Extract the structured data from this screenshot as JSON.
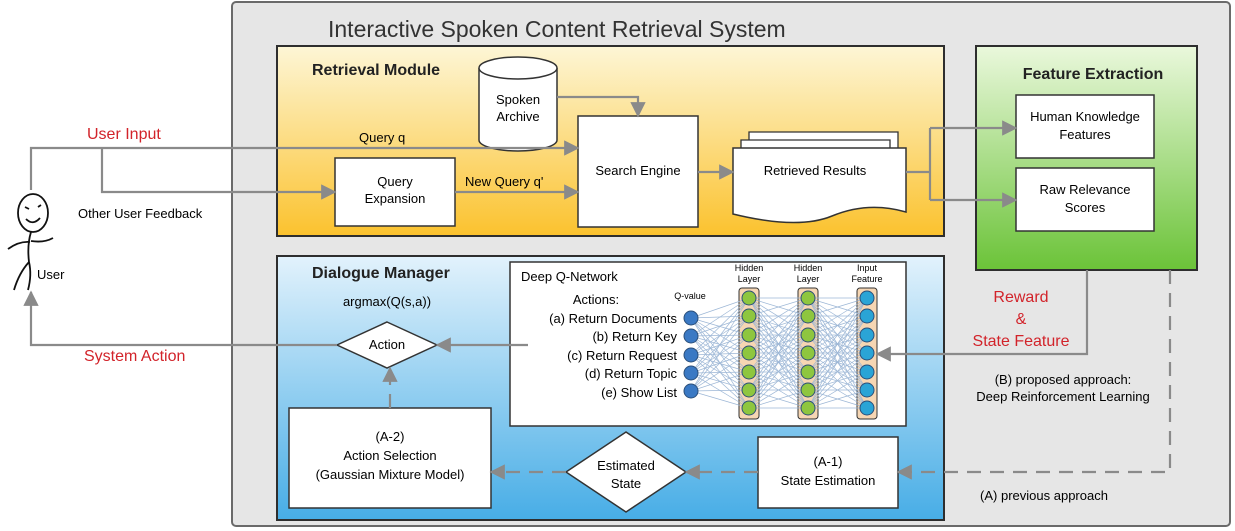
{
  "system_title": "Interactive Spoken Content Retrieval System",
  "retrieval_module": {
    "title": "Retrieval Module",
    "archive_line1": "Spoken",
    "archive_line2": "Archive",
    "query_expansion_line1": "Query",
    "query_expansion_line2": "Expansion",
    "search_engine": "Search Engine",
    "retrieved_results": "Retrieved Results",
    "query_label": "Query q",
    "new_query_label": "New Query q'"
  },
  "feature_extraction": {
    "title": "Feature Extraction",
    "human_line1": "Human Knowledge",
    "human_line2": "Features",
    "raw_line1": "Raw Relevance",
    "raw_line2": "Scores"
  },
  "user": {
    "label": "User",
    "input_label": "User Input",
    "feedback_label": "Other User Feedback",
    "system_action_label": "System Action"
  },
  "dialogue_manager": {
    "title": "Dialogue Manager",
    "argmax": "argmax(Q(s,a))",
    "action": "Action",
    "a2_line1": "(A-2)",
    "a2_line2": "Action Selection",
    "a2_line3": "(Gaussian Mixture Model)",
    "estimated_line1": "Estimated",
    "estimated_line2": "State",
    "a1_line1": "(A-1)",
    "a1_line2": "State Estimation"
  },
  "dqn": {
    "title": "Deep Q-Network",
    "actions_title": "Actions:",
    "actions": [
      "(a) Return Documents",
      "(b) Return Key",
      "(c) Return Request",
      "(d) Return Topic",
      "(e) Show List"
    ],
    "q_value": "Q-value",
    "hidden1_line1": "Hidden",
    "hidden1_line2": "Layer",
    "hidden2_line1": "Hidden",
    "hidden2_line2": "Layer",
    "input_line1": "Input",
    "input_line2": "Feature"
  },
  "reward": {
    "line1": "Reward",
    "line2": "&",
    "line3": "State Feature"
  },
  "approach_b_line1": "(B) proposed approach:",
  "approach_b_line2": "Deep Reinforcement Learning",
  "approach_a": "(A) previous approach",
  "colors": {
    "outer_bg": "#e6e6e6",
    "retrieval_top": "#fdf5d2",
    "retrieval_bottom": "#fbc12d",
    "feature_top": "#e6f7d8",
    "feature_bottom": "#6cc339",
    "dialogue_top": "#dff0fb",
    "dialogue_bottom": "#4aaee6",
    "red_label": "#d2232a",
    "node_blue": "#3a79c4",
    "node_green": "#8ec63f",
    "node_cyan": "#2aa4d6",
    "layer_fill": "#f6d7b4"
  }
}
